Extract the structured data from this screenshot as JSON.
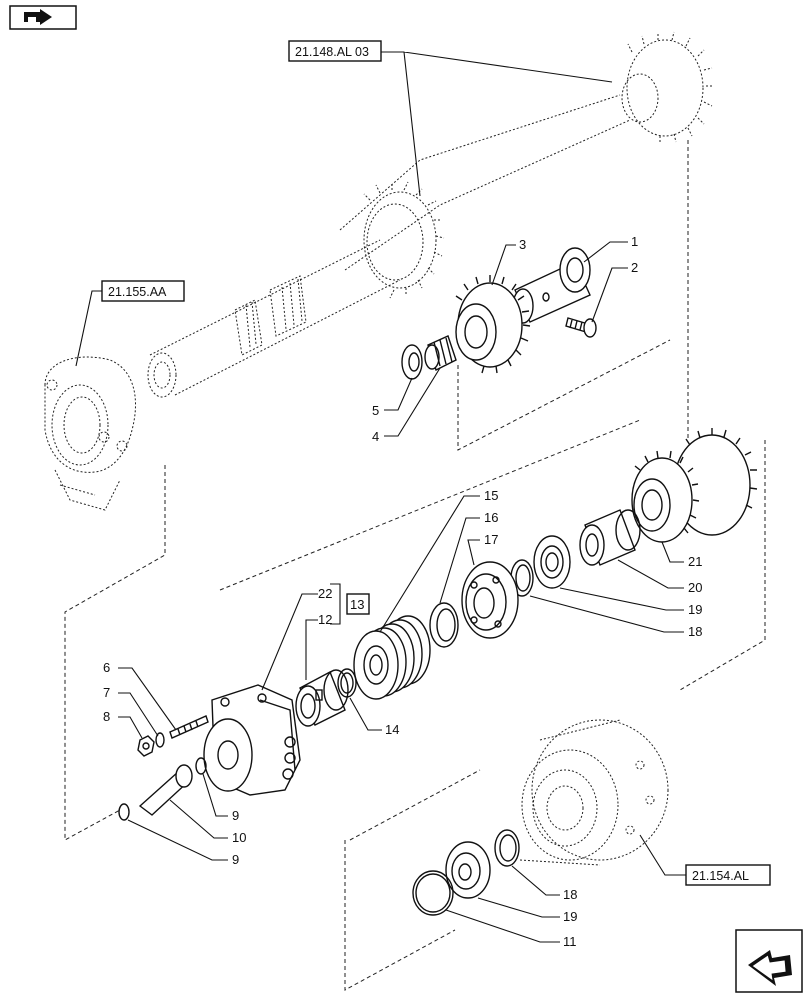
{
  "references": {
    "ref_top": "21.148.AL 03",
    "ref_left": "21.155.AA",
    "ref_bottom": "21.154.AL"
  },
  "kit_label": "13",
  "callouts": [
    "1",
    "2",
    "3",
    "4",
    "5",
    "6",
    "7",
    "8",
    "9",
    "9",
    "10",
    "11",
    "12",
    "14",
    "15",
    "16",
    "17",
    "18",
    "18",
    "19",
    "19",
    "20",
    "21",
    "22"
  ],
  "icons": {
    "top_left": "book-arrow-icon",
    "bottom_right": "next-page-arrow-icon"
  }
}
